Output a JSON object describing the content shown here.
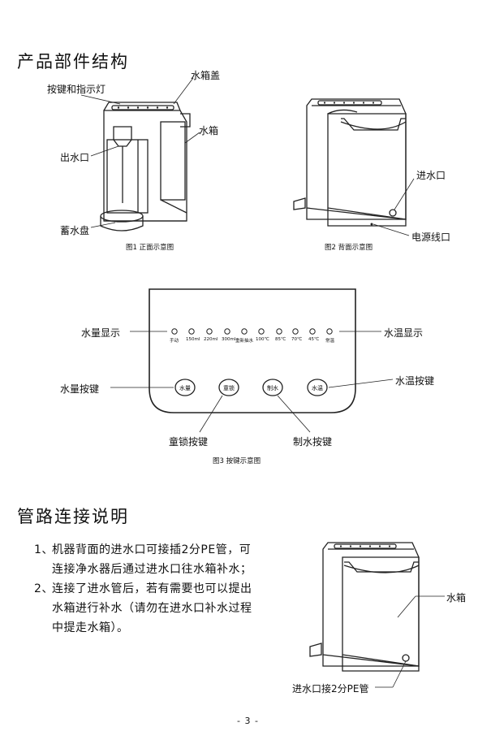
{
  "section1": {
    "title": "产品部件结构",
    "fig1": {
      "caption": "图1  正面示意图",
      "labels": {
        "buttons_lights": "按键和指示灯",
        "tank_lid": "水箱盖",
        "tank": "水箱",
        "outlet": "出水口",
        "drip_tray": "蓄水盘"
      }
    },
    "fig2": {
      "caption": "图2  背面示意图",
      "labels": {
        "inlet": "进水口",
        "power_cord": "电源线口"
      }
    },
    "fig3": {
      "caption": "图3  按键示意图",
      "labels": {
        "volume_display": "水量显示",
        "temp_display": "水温显示",
        "volume_button": "水量按键",
        "temp_button": "水温按键",
        "child_lock_button": "童锁按键",
        "make_water_button": "制水按键"
      },
      "indicators": [
        "手动",
        "150ml",
        "220ml",
        "300ml",
        "重新抽水",
        "100℃",
        "85℃",
        "70℃",
        "45℃",
        "常温"
      ],
      "buttons": [
        "水量",
        "童锁",
        "制水",
        "水温"
      ]
    }
  },
  "section2": {
    "title": "管路连接说明",
    "items": [
      {
        "num": "1、",
        "lines": [
          "机器背面的进水口可接插2分PE管，可",
          "连接净水器后通过进水口往水箱补水；"
        ]
      },
      {
        "num": "2、",
        "lines": [
          "连接了进水管后，若有需要也可以提出",
          "水箱进行补水（请勿在进水口补水过程",
          "中提走水箱）。"
        ]
      }
    ],
    "fig4_labels": {
      "tank": "水箱",
      "inlet_pe": "进水口接2分PE管"
    }
  },
  "page_number": "- 3 -"
}
